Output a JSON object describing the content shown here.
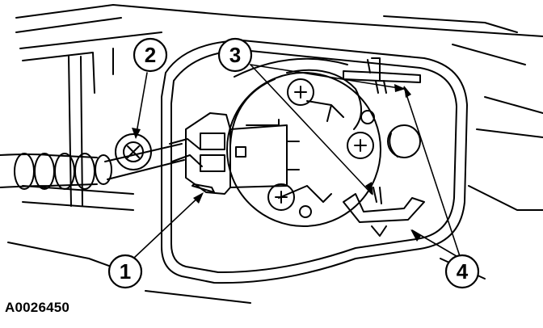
{
  "figure": {
    "id": "A0026450",
    "callouts": [
      {
        "number": "1"
      },
      {
        "number": "2"
      },
      {
        "number": "3"
      },
      {
        "number": "4"
      }
    ]
  }
}
